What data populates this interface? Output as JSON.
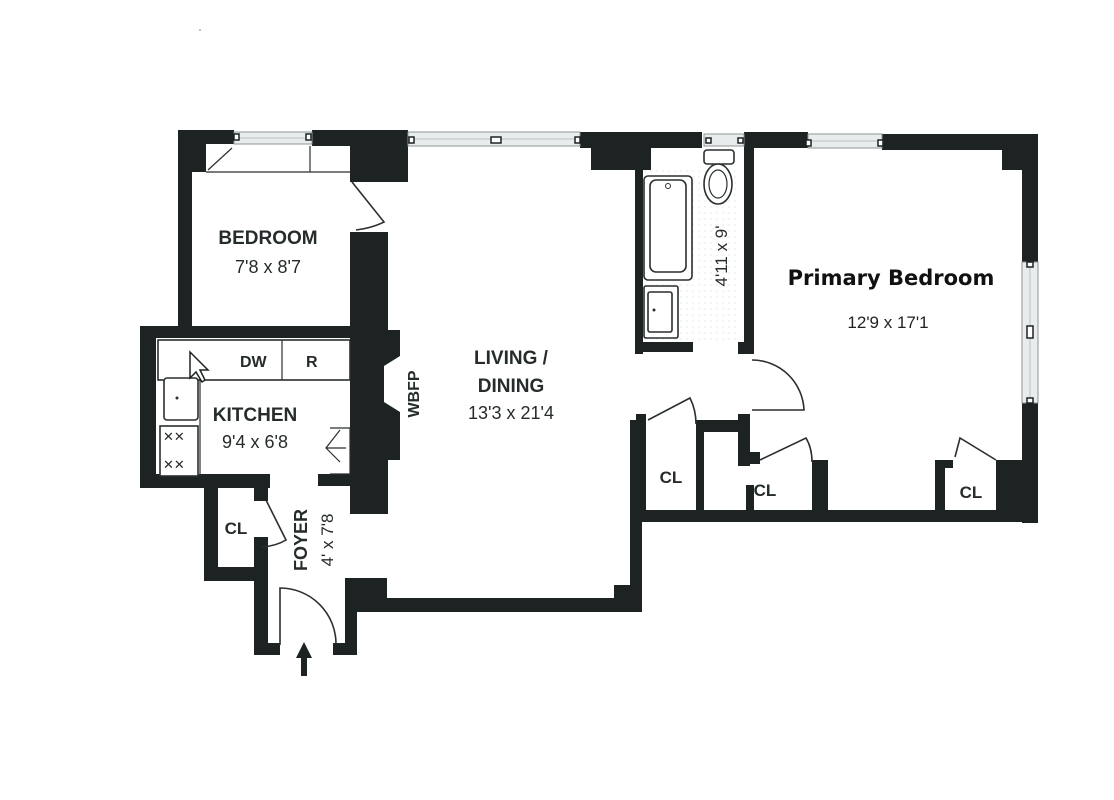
{
  "floorplan": {
    "rooms": [
      {
        "id": "bedroom",
        "label": "BEDROOM",
        "dimensions": "7'8 x 8'7"
      },
      {
        "id": "kitchen",
        "label": "KITCHEN",
        "dimensions": "9'4 x 6'8"
      },
      {
        "id": "living",
        "label_line1": "LIVING /",
        "label_line2": "DINING",
        "dimensions": "13'3 x 21'4"
      },
      {
        "id": "bathroom",
        "dimensions": "4'11 x 9'"
      },
      {
        "id": "primary_bedroom",
        "label": "Primary Bedroom",
        "dimensions": "12'9 x 17'1"
      },
      {
        "id": "foyer",
        "label": "FOYER",
        "dimensions": "4' x 7'8"
      }
    ],
    "closets": [
      {
        "id": "closet_foyer",
        "label": "CL"
      },
      {
        "id": "closet_hall_1",
        "label": "CL"
      },
      {
        "id": "closet_hall_2",
        "label": "CL"
      },
      {
        "id": "closet_primary",
        "label": "CL"
      }
    ],
    "appliances": {
      "dishwasher": "DW",
      "refrigerator": "R",
      "fireplace": "WBFP"
    },
    "entrance_icon": "arrow-up-icon",
    "colors": {
      "wall": "#1d2222",
      "window": "#e9ecec",
      "background": "#ffffff"
    }
  }
}
